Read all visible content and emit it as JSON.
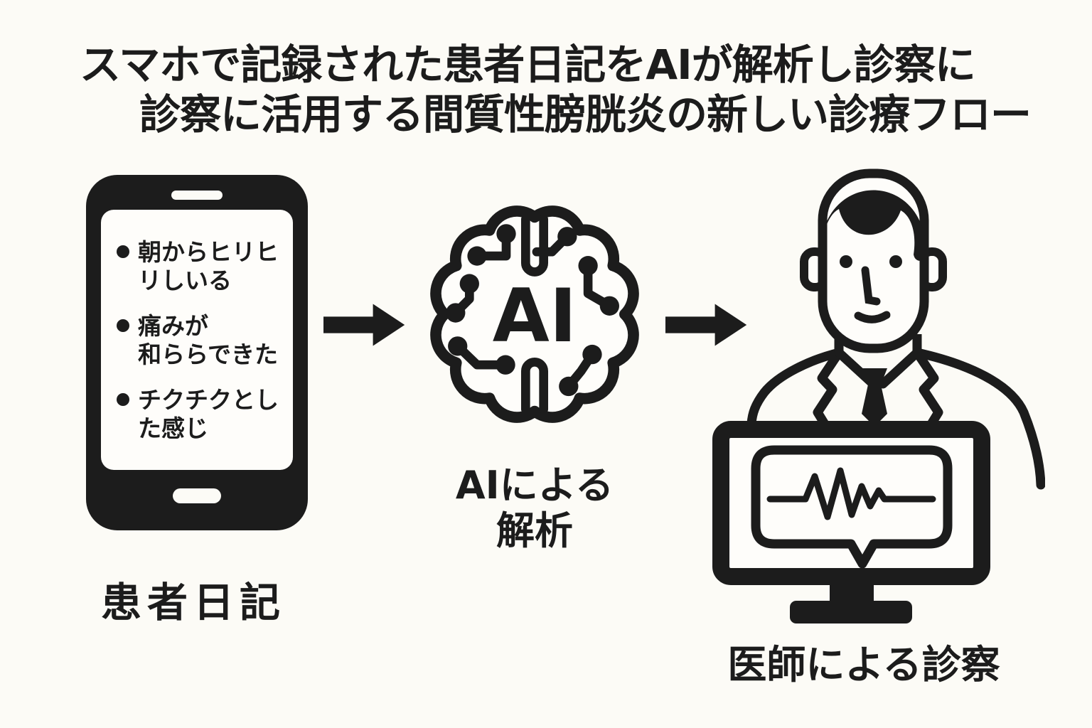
{
  "title": {
    "line1": "スマホで記録された患者日記をAIが解析し診察に",
    "line2": "診察に活用する間質性膀胱炎の新しい診療フロー"
  },
  "flow": {
    "patient_diary": {
      "label": "患者日記",
      "bullet_glyph": "●",
      "entries": [
        {
          "line1": "朝からヒリヒ",
          "line2": "リしいる"
        },
        {
          "line1": "痛みが",
          "line2": "和ららできた"
        },
        {
          "line1": "チクチクとし",
          "line2": "た感じ"
        }
      ]
    },
    "ai_analysis": {
      "icon_text": "AI",
      "label_line1": "AIによる",
      "label_line2": "解析"
    },
    "doctor_exam": {
      "label": "医師による診察"
    }
  },
  "icons": [
    "smartphone-icon",
    "flow-arrow-icon",
    "ai-brain-circuit-icon",
    "doctor-icon",
    "monitor-ecg-speech-bubble-icon"
  ],
  "colors": {
    "ink": "#1c1c1c",
    "background": "#fcfbf6",
    "screen": "#fefdfa"
  }
}
